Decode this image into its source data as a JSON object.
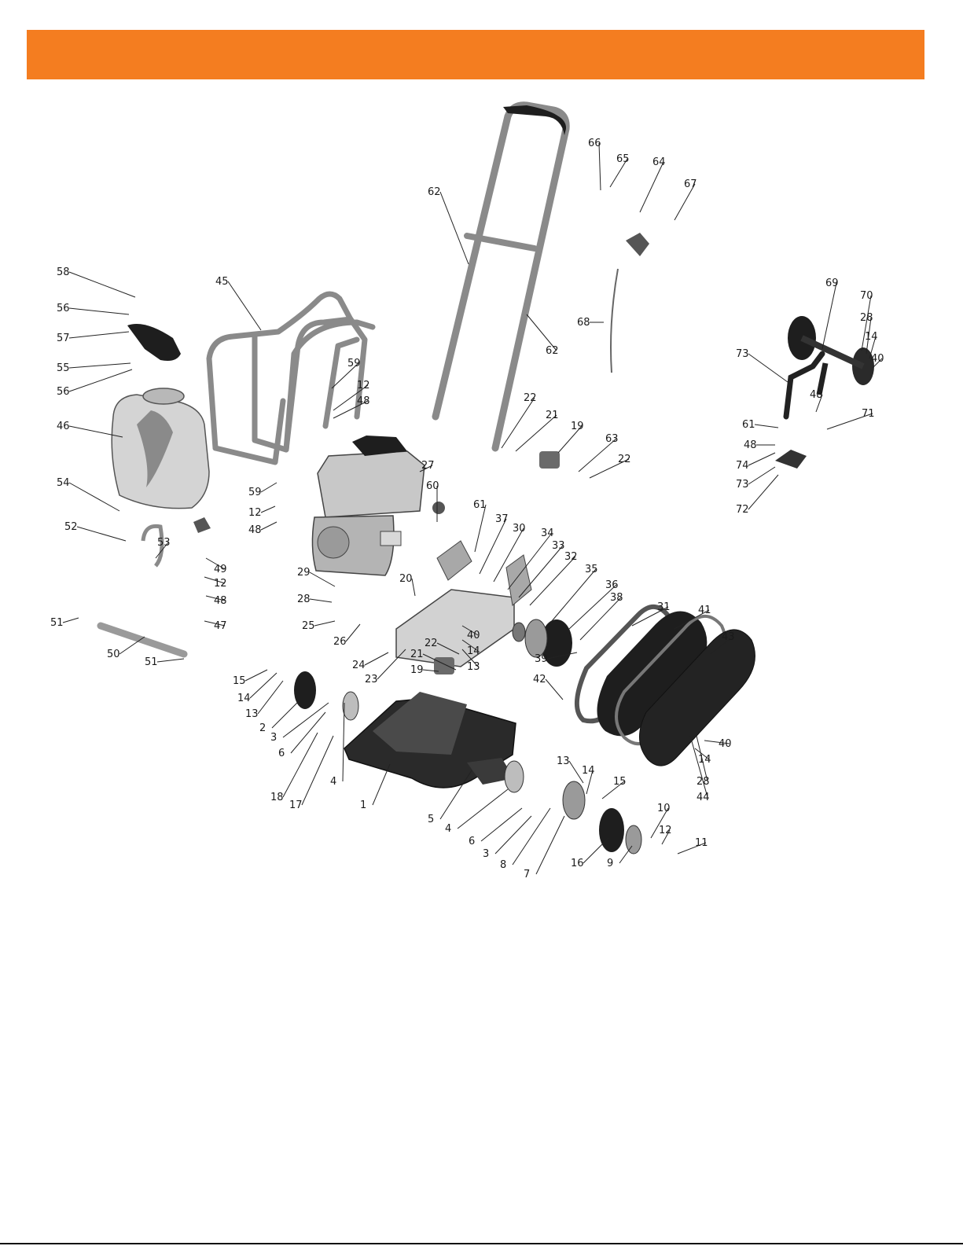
{
  "colors": {
    "header": "#f47d20",
    "part_dark": "#1e1e1e",
    "part_mid": "#8a8a8a",
    "part_light": "#d4d4d4",
    "leader": "#222222",
    "rule": "#111111"
  },
  "diagram": {
    "callouts": [
      "1",
      "2",
      "3",
      "4",
      "5",
      "6",
      "7",
      "8",
      "9",
      "10",
      "11",
      "12",
      "13",
      "14",
      "15",
      "16",
      "17",
      "18",
      "19",
      "20",
      "21",
      "22",
      "23",
      "24",
      "25",
      "26",
      "27",
      "28",
      "29",
      "30",
      "31",
      "32",
      "33",
      "34",
      "35",
      "36",
      "37",
      "38",
      "39",
      "40",
      "41",
      "42",
      "43",
      "44",
      "45",
      "46",
      "47",
      "48",
      "49",
      "50",
      "51",
      "52",
      "53",
      "54",
      "55",
      "56",
      "57",
      "58",
      "59",
      "60",
      "61",
      "62",
      "63",
      "64",
      "65",
      "66",
      "67",
      "68",
      "69",
      "70",
      "71",
      "72",
      "73",
      "74"
    ]
  }
}
